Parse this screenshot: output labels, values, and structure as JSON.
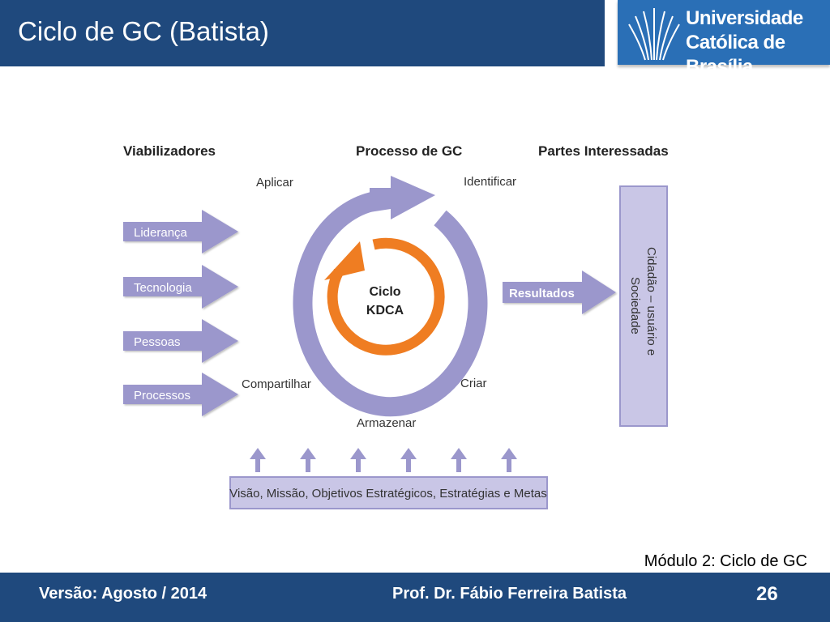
{
  "slide": {
    "title": "Ciclo de GC (Batista)",
    "module": "Módulo 2: Ciclo de GC"
  },
  "logo": {
    "line1": "Universidade",
    "line2": "Católica de Brasília"
  },
  "diagram": {
    "headers": {
      "left": "Viabilizadores",
      "center": "Processo de GC",
      "right": "Partes Interessadas"
    },
    "enablers": [
      "Liderança",
      "Tecnologia",
      "Pessoas",
      "Processos"
    ],
    "cycle_steps": {
      "apply": "Aplicar",
      "identify": "Identificar",
      "create": "Criar",
      "store": "Armazenar",
      "share": "Compartilhar"
    },
    "inner_cycle": {
      "line1": "Ciclo",
      "line2": "KDCA"
    },
    "results": "Resultados",
    "stakeholder": {
      "line1": "Cidadão – usuário e",
      "line2": "Sociedade"
    },
    "foundation": "Visão, Missão, Objetivos Estratégicos, Estratégias e Metas"
  },
  "footer": {
    "version": "Versão: Agosto / 2014",
    "author": "Prof. Dr. Fábio Ferreira Batista",
    "page": "26"
  },
  "colors": {
    "navy": "#1f497d",
    "lavender": "#9b97cc",
    "lavender_fill": "#c9c6e6",
    "orange": "#ef7d22"
  }
}
